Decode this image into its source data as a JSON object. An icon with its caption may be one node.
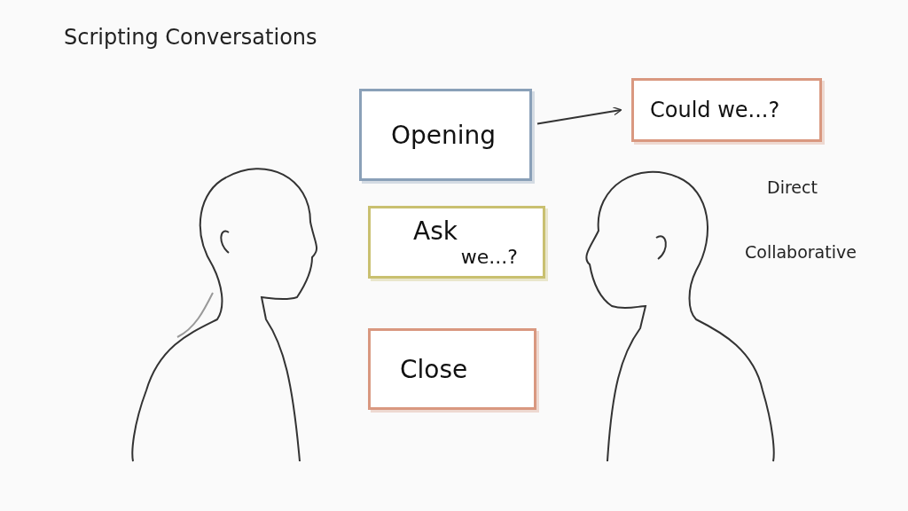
{
  "diagram": {
    "title": "Scripting Conversations",
    "nodes": [
      {
        "text": [
          "Opening"
        ]
      },
      {
        "text": [
          "Could we...?"
        ]
      },
      {
        "text": [
          "Ask",
          "we...?"
        ]
      },
      {
        "text": [
          "Close"
        ]
      }
    ],
    "edges": [
      {
        "from": 0,
        "to": 1,
        "arrow": "to"
      }
    ],
    "labels": [
      "Direct",
      "Collaborative"
    ]
  }
}
